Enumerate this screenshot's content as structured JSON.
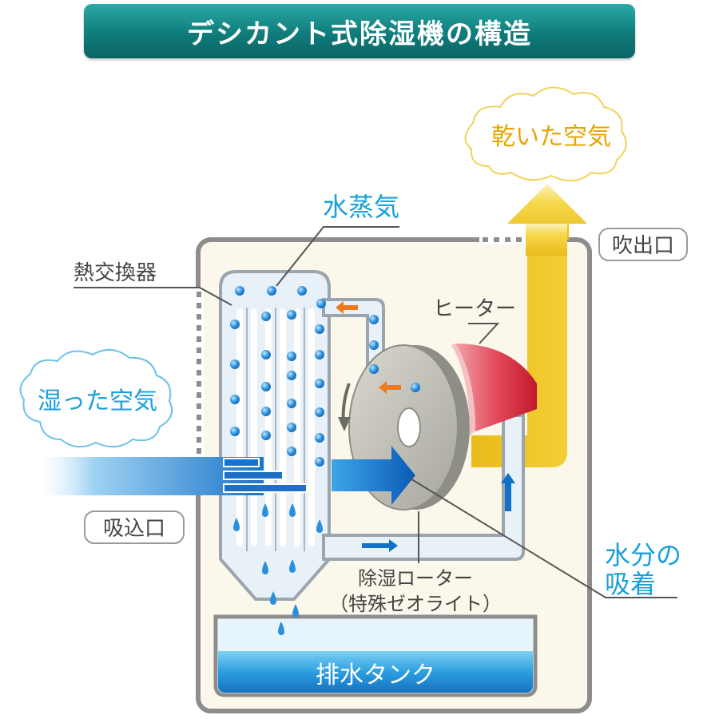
{
  "title": "デシカント式除湿機の構造",
  "labels": {
    "dry_air": "乾いた空気",
    "humid_air": "湿った空気",
    "vapor": "水蒸気",
    "heat_exchanger": "熱交換器",
    "heater": "ヒーター",
    "outlet": "吹出口",
    "inlet": "吸込口",
    "adsorption_line1": "水分の",
    "adsorption_line2": "吸着",
    "rotor_line1": "除湿ローター",
    "rotor_line2": "（特殊ゼオライト）",
    "tank": "排水タンク"
  },
  "colors": {
    "title_teal": "#137f7e",
    "cyan_text": "#1aa0d8",
    "yellow_arrow": "#f2c81d",
    "heater_red": "#d9263a",
    "blue_flow": "#1170c8",
    "orange_arrow": "#f07a1a",
    "housing_fill": "#fbf7ea",
    "rotor_gray": "#b9b8b0"
  }
}
